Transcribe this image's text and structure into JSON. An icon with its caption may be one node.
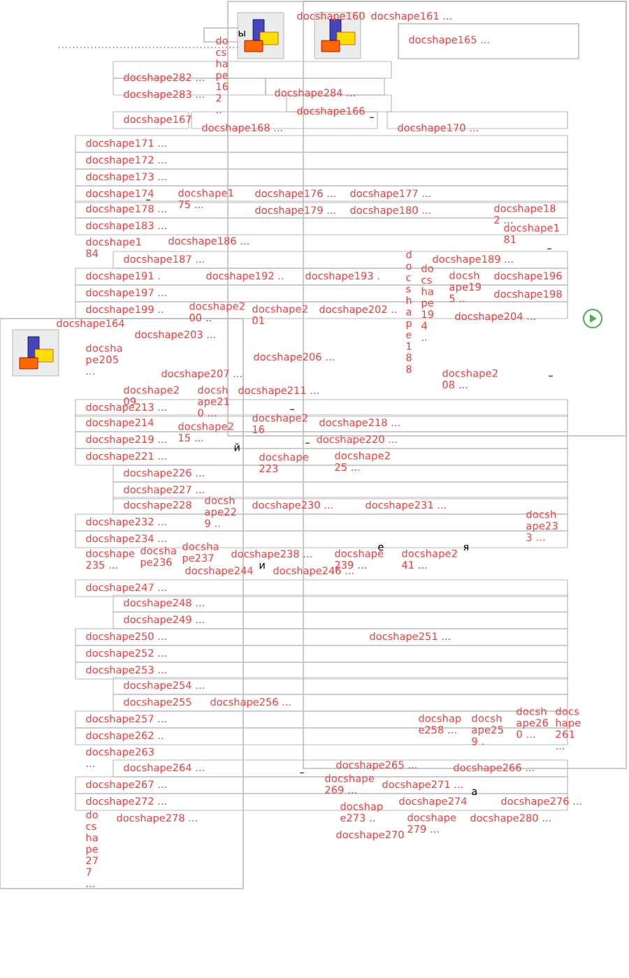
{
  "diagram": {
    "labels": [
      "docshape160",
      "docshape161 ...",
      "ы",
      "docshape165 ...",
      "docshape162 ..",
      "docshape282 ...",
      "docshape283 ...",
      "docshape284 ...",
      "docshape166",
      "–",
      "docshape167",
      "docshape168 ...",
      "docshape170 ...",
      "docshape171 ...",
      "docshape172 ...",
      "docshape173 ...",
      "docshape174",
      "docshape175 ...",
      "docshape176 ...",
      "docshape177 ...",
      "–",
      "docshape178 ...",
      "docshape179 ...",
      "docshape180 ...",
      "docshape181",
      "docshape182 ...",
      "docshape183 ...",
      "docshape184",
      "docshape186 ...",
      "–",
      "docshape187 ...",
      "docshape188",
      "docshape189 ...",
      "docshape191 .",
      "docshape192 ..",
      "docshape193 .",
      "docshape194 ..",
      "docshape195 ..",
      "docshape196",
      "docshape197 ...",
      "docshape198",
      "docshape199 ..",
      "docshape200 ..",
      "docshape201",
      "docshape202 ..",
      "docshape204 ...",
      "docshape164",
      "docshape203 ...",
      "docshape205 ...",
      "docshape206 ...",
      "docshape207 ...",
      "docshape208 ...",
      "–",
      "docshape209",
      "docshape210 ...",
      "docshape211 ...",
      "docshape213 ...",
      "–",
      "docshape214",
      "docshape215 ...",
      "docshape216",
      "docshape218 ...",
      "docshape219 ...",
      "–",
      "docshape220 ...",
      "docshape221 ...",
      "й",
      "docshape223",
      "docshape225 ...",
      "docshape226 ...",
      "docshape227 ...",
      "docshape228",
      "docshape229 ..",
      "docshape230 ...",
      "docshape231 ...",
      "docshape232 ...",
      "docshape233 ...",
      "docshape234 ...",
      "docshape235 ...",
      "docshape236",
      "docshape237",
      "docshape238 ...",
      "е",
      "docshape239 ...",
      "я",
      "docshape241 ...",
      "docshape244",
      "и",
      "docshape246 ...",
      "docshape247 ...",
      "docshape248 ...",
      "docshape249 ...",
      "docshape250 ...",
      "docshape251 ...",
      "docshape252 ...",
      "docshape253 ...",
      "docshape254 ...",
      "docshape255",
      "docshape256 ...",
      "docshape257 ...",
      "docshape258 ...",
      "docshape259 .",
      "docshape260 ...",
      "docshape261 ...",
      "docshape262 ..",
      "docshape263 ...",
      "docshape264 ...",
      "–",
      "docshape265 ...",
      "docshape266 ...",
      "docshape267 ...",
      "docshape269 ...",
      "docshape270",
      "docshape271 ...",
      "а",
      "docshape272 ...",
      "docshape273 ..",
      "docshape274",
      "docshape276 ...",
      "docshape277 ...",
      "docshape278 ...",
      "docshape279 ...",
      "docshape280 ..."
    ]
  }
}
